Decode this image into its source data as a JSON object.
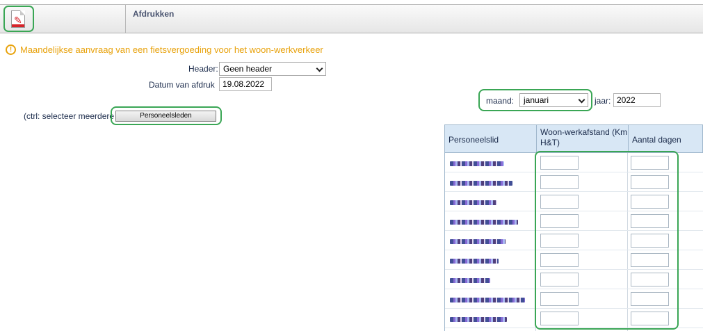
{
  "toolbar": {
    "title": "Afdrukken",
    "icon": "pdf-document-icon"
  },
  "heading": "Maandelijkse aanvraag van een fietsvergoeding voor het woon-werkverkeer",
  "form": {
    "header_label": "Header:",
    "header_value": "Geen header",
    "datum_label": "Datum van afdruk",
    "datum_value": "19.08.2022",
    "maand_label": "maand:",
    "maand_value": "januari",
    "jaar_label": "jaar:",
    "jaar_value": "2022",
    "ctrl_hint": "(ctrl: selecteer meerdere",
    "personeel_button": "Personeelsleden"
  },
  "table": {
    "headers": [
      "Personeelslid",
      "Woon-werkafstand (Km H&T)",
      "Aantal dagen"
    ],
    "rows": [
      {
        "name": "",
        "km": "",
        "days": ""
      },
      {
        "name": "",
        "km": "",
        "days": ""
      },
      {
        "name": "",
        "km": "",
        "days": ""
      },
      {
        "name": "",
        "km": "",
        "days": ""
      },
      {
        "name": "",
        "km": "",
        "days": ""
      },
      {
        "name": "",
        "km": "",
        "days": ""
      },
      {
        "name": "",
        "km": "",
        "days": ""
      },
      {
        "name": "",
        "km": "",
        "days": ""
      },
      {
        "name": "",
        "km": "",
        "days": ""
      }
    ]
  },
  "colors": {
    "accent_green": "#3aa655",
    "warning": "#e8a20c",
    "table_header": "#d8e7f5"
  }
}
